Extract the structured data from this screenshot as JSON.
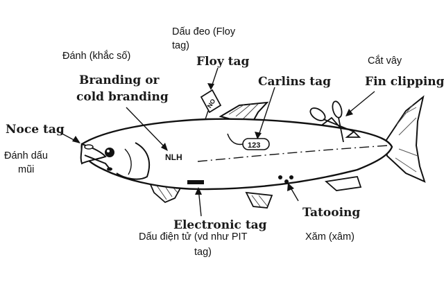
{
  "labels_en": {
    "floy_tag": "Floy tag",
    "carlins_tag": "Carlins tag",
    "fin_clipping": "Fin clipping",
    "branding_line1": "Branding or",
    "branding_line2": "cold branding",
    "noce_tag": "Noce tag",
    "electronic_tag": "Electronic tag",
    "tatooing": "Tatooing"
  },
  "labels_vi": {
    "dau_deo_line1": "Dấu đeo (Floy",
    "dau_deo_line2": "tag)",
    "danh_khac_so": "Đánh (khắc số)",
    "cat_vay": "Cắt vây",
    "danh_dau_line1": "Đánh dấu",
    "danh_dau_line2": "mũi",
    "dau_dien_tu_line1": "Dấu điện tử (vd như PIT",
    "dau_dien_tu_line2": "tag)",
    "xam": "Xăm (xâm)"
  },
  "marks": {
    "floy_tag_text": "NO",
    "carlins_tag_text": "123",
    "brand_text": "NLH"
  }
}
